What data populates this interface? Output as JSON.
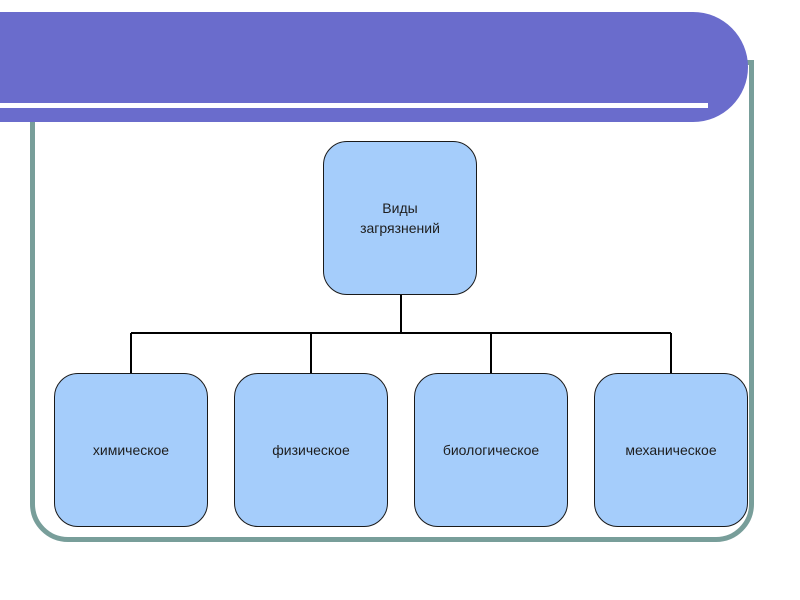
{
  "colors": {
    "banner": "#6a6ccc",
    "frame": "#789e9a",
    "node_fill": "#a5cdfb",
    "node_border": "#1a1a1a",
    "text": "#1e1e1e"
  },
  "diagram": {
    "root": {
      "line1": "Виды",
      "line2": "загрязнений"
    },
    "children": [
      {
        "label": "химическое"
      },
      {
        "label": "физическое"
      },
      {
        "label": "биологическое"
      },
      {
        "label": "механическое"
      }
    ]
  }
}
